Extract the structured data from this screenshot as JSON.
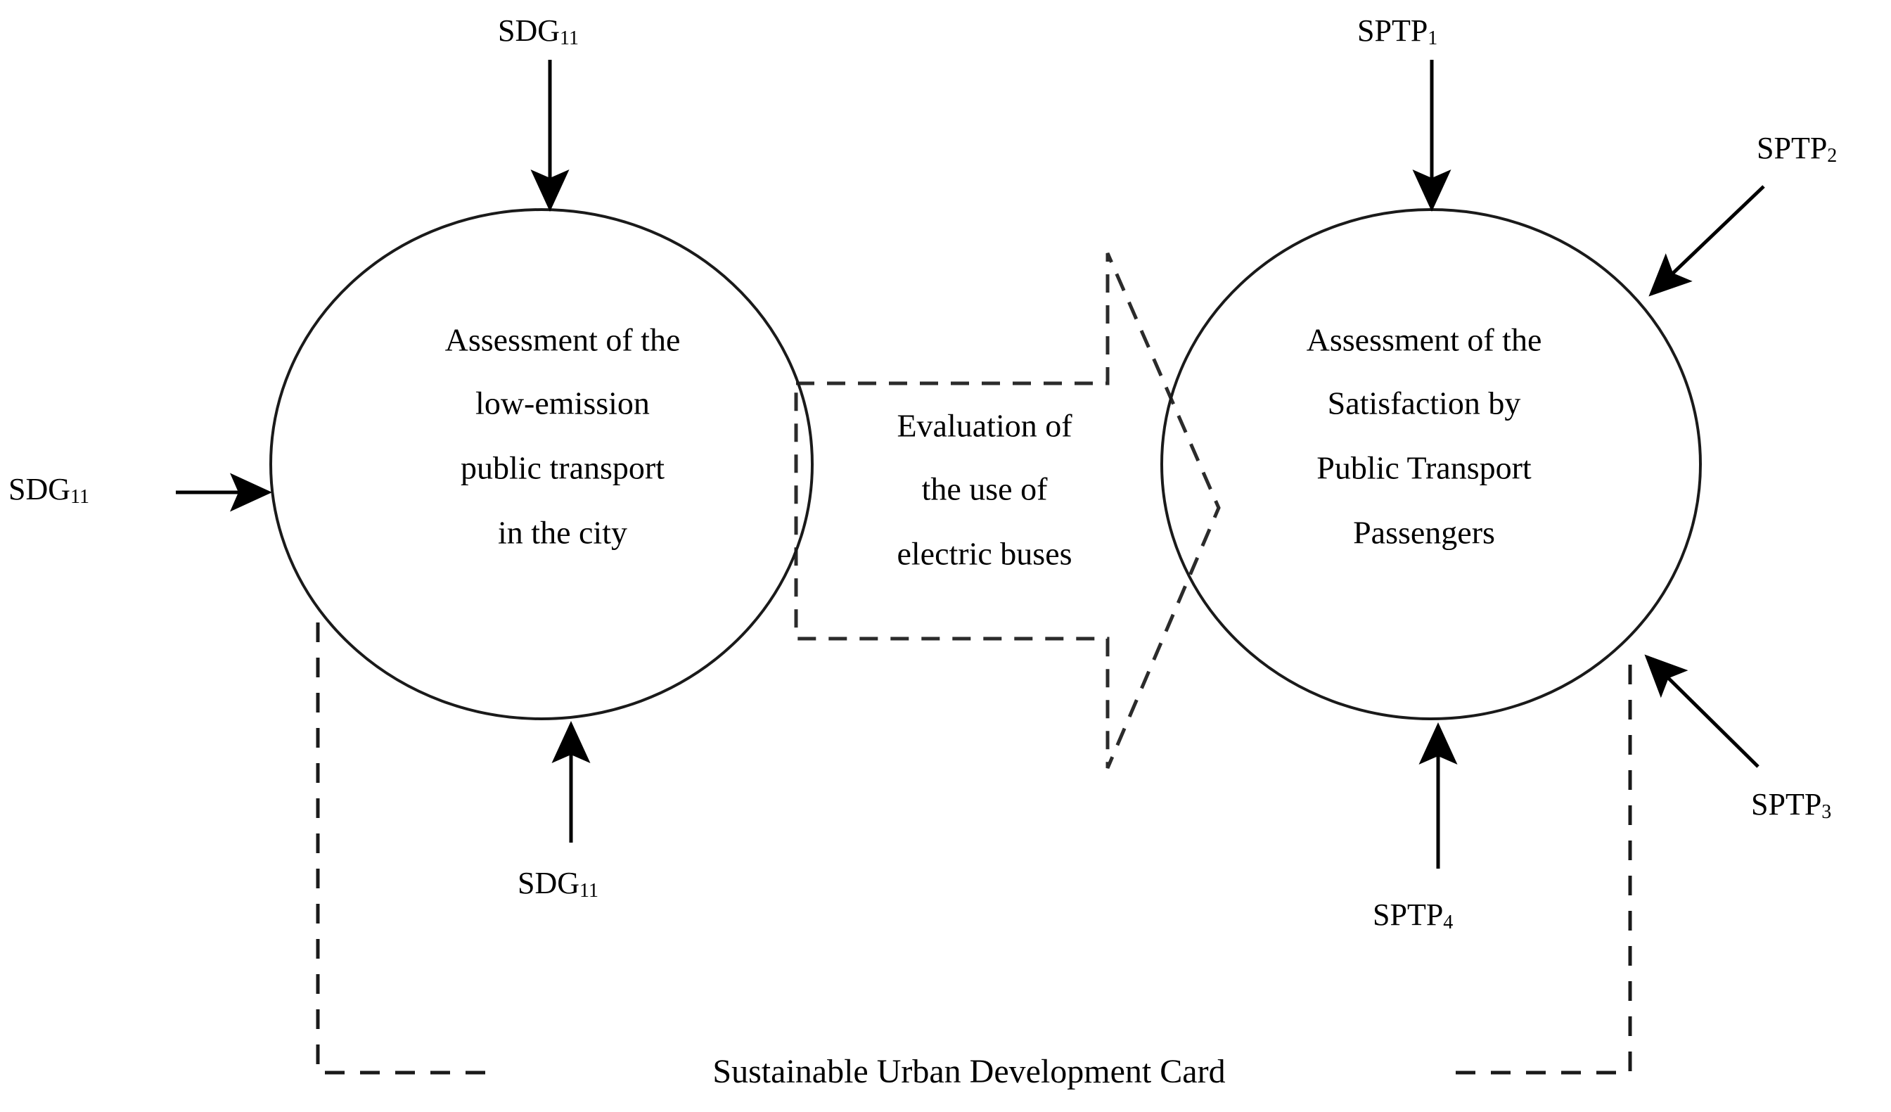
{
  "diagram": {
    "title": "Sustainable Urban Development Card",
    "type": "process-flow",
    "background_color": "#ffffff",
    "line_color": "#000000",
    "processes": [
      {
        "id": "left-process",
        "shape": "ellipse",
        "line1": "Assessment of the",
        "line2": "low-emission",
        "line3": "public transport",
        "line4": "in the city"
      },
      {
        "id": "right-process",
        "shape": "ellipse",
        "line1": "Assessment of the",
        "line2": "Satisfaction by",
        "line3": "Public Transport",
        "line4": "Passengers"
      }
    ],
    "flow_arrow": {
      "id": "center-flow",
      "shape": "block-arrow-dashed",
      "direction": "right",
      "line1": "Evaluation of",
      "line2": "the use of",
      "line3": "electric buses"
    },
    "inputs": [
      {
        "id": "sdg-top",
        "base": "SDG",
        "sub": "11",
        "target": "left-process",
        "position": "top"
      },
      {
        "id": "sdg-left",
        "base": "SDG",
        "sub": "11",
        "target": "left-process",
        "position": "left"
      },
      {
        "id": "sdg-bottom",
        "base": "SDG",
        "sub": "11",
        "target": "left-process",
        "position": "bottom"
      },
      {
        "id": "sptp-1",
        "base": "SPTP",
        "sub": "1",
        "target": "right-process",
        "position": "top"
      },
      {
        "id": "sptp-2",
        "base": "SPTP",
        "sub": "2",
        "target": "right-process",
        "position": "top-right"
      },
      {
        "id": "sptp-3",
        "base": "SPTP",
        "sub": "3",
        "target": "right-process",
        "position": "bottom-right"
      },
      {
        "id": "sptp-4",
        "base": "SPTP",
        "sub": "4",
        "target": "right-process",
        "position": "bottom"
      }
    ],
    "caption": "Sustainable Urban Development Card"
  }
}
